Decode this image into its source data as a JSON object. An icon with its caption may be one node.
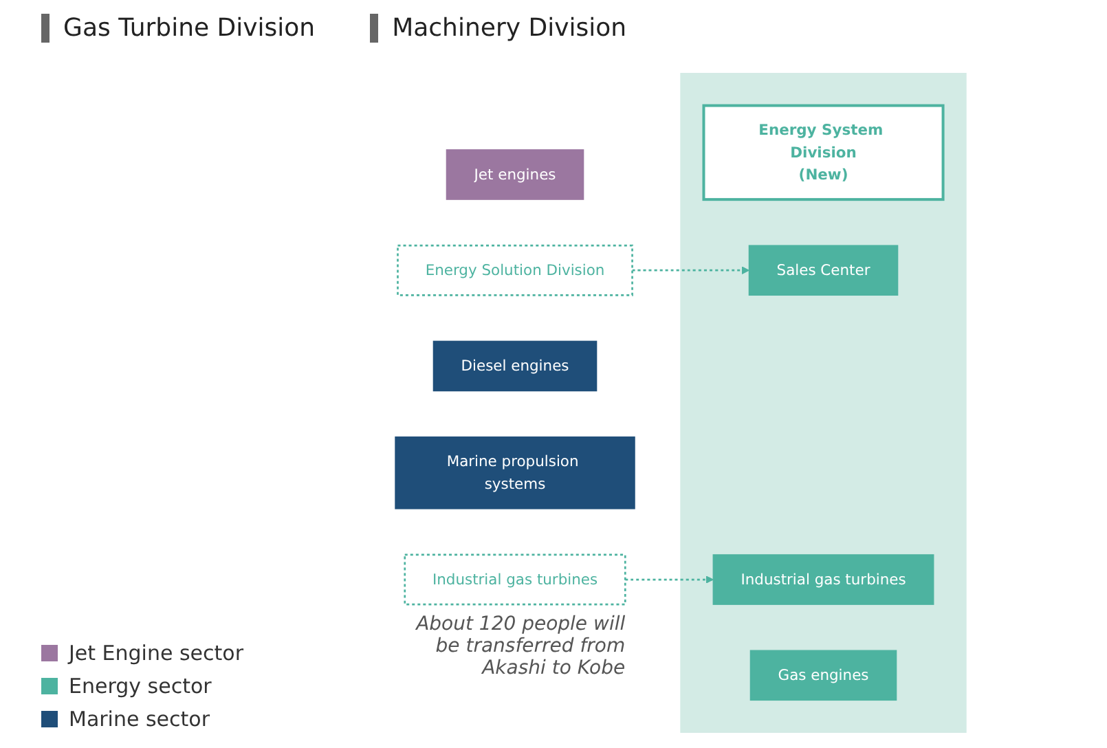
{
  "diagram": {
    "nodes": [
      {
        "text": [
          "Jet engines"
        ]
      },
      {
        "text": [
          "Industrial gas turbines"
        ],
        "beside": [
          "About 120 people will be transferred from Akashi to Kobe"
        ]
      },
      {
        "text": [
          "Diesel engines"
        ]
      },
      {
        "text": [
          "Marine propulsion systems"
        ]
      },
      {
        "text": [],
        "shape": "box"
      },
      {
        "text": [
          "Energy System Division",
          "(New)"
        ],
        "in": 4
      },
      {
        "text": [
          "Sales Center"
        ],
        "in": 4
      },
      {
        "text": [
          "Industrial gas turbines"
        ],
        "in": 4
      },
      {
        "text": [
          "Gas engines"
        ],
        "in": 4
      },
      {
        "text": [
          "Energy Solution Division"
        ]
      }
    ],
    "edges": [
      {
        "from": 1,
        "to": 7,
        "arrow": "to",
        "style": "dashed"
      },
      {
        "from": 9,
        "to": 6,
        "arrow": "to",
        "style": "dashed"
      }
    ],
    "labels": [
      "Gas Turbine Division",
      "Machinery Division"
    ],
    "legend": [
      {
        "text": "Jet Engine sector",
        "color": "#9b77a0"
      },
      {
        "text": "Energy sector",
        "color": "#4db3a0"
      },
      {
        "text": "Marine sector",
        "color": "#1f4e79"
      }
    ]
  }
}
